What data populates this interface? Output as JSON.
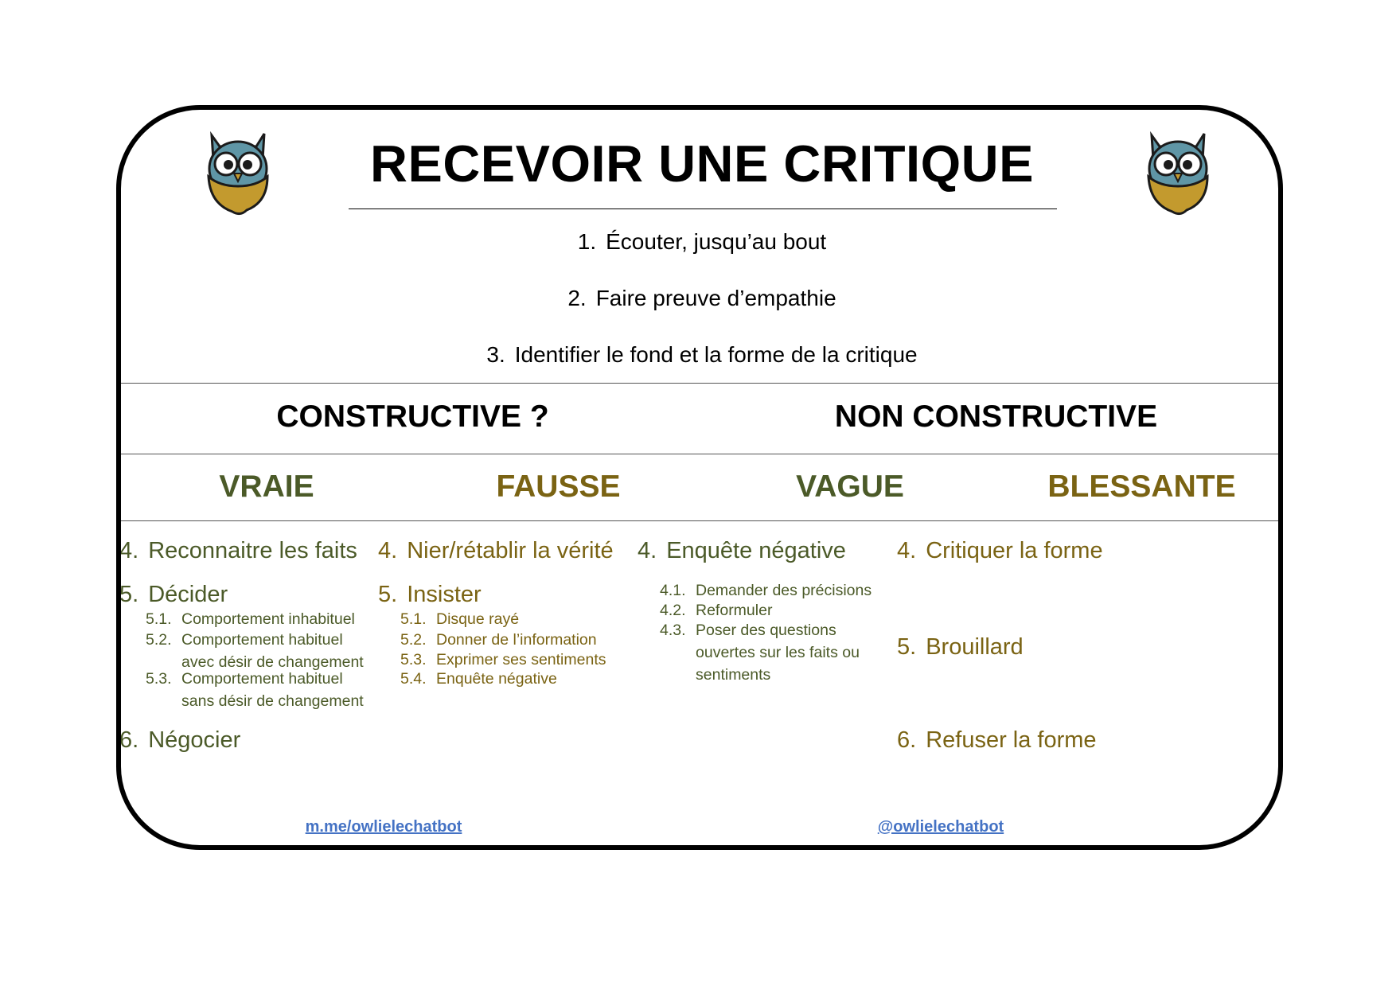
{
  "title": "RECEVOIR UNE CRITIQUE",
  "steps": [
    {
      "num": "1.",
      "text": "Écouter, jusqu’au bout"
    },
    {
      "num": "2.",
      "text": "Faire preuve d’empathie"
    },
    {
      "num": "3.",
      "text": "Identifier le fond et la forme de la critique"
    }
  ],
  "groups": {
    "constructive": "CONSTRUCTIVE ?",
    "non_constructive": "NON CONSTRUCTIVE"
  },
  "columns": {
    "vraie": {
      "header": "VRAIE",
      "item4": {
        "num": "4.",
        "text": "Reconnaitre les faits"
      },
      "item5": {
        "num": "5.",
        "text": "Décider"
      },
      "sub": [
        {
          "num": "5.1.",
          "text": "Comportement inhabituel"
        },
        {
          "num": "5.2.",
          "line1": "Comportement habituel",
          "line2": "avec désir de changement"
        },
        {
          "num": "5.3.",
          "line1": "Comportement habituel",
          "line2": "sans désir de changement"
        }
      ],
      "item6": {
        "num": "6.",
        "text": "Négocier"
      }
    },
    "fausse": {
      "header": "FAUSSE",
      "item4": {
        "num": "4.",
        "text": "Nier/rétablir la vérité"
      },
      "item5": {
        "num": "5.",
        "text": "Insister"
      },
      "sub": [
        {
          "num": "5.1.",
          "text": "Disque rayé"
        },
        {
          "num": "5.2.",
          "text": "Donner de l’information"
        },
        {
          "num": "5.3.",
          "text": "Exprimer ses sentiments"
        },
        {
          "num": "5.4.",
          "text": "Enquête négative"
        }
      ]
    },
    "vague": {
      "header": "VAGUE",
      "item4": {
        "num": "4.",
        "text": "Enquête négative"
      },
      "sub": [
        {
          "num": "4.1.",
          "text": "Demander des précisions"
        },
        {
          "num": "4.2.",
          "text": "Reformuler"
        },
        {
          "num": "4.3.",
          "line1": "Poser des questions",
          "line2": "ouvertes sur les faits ou",
          "line3": "sentiments"
        }
      ]
    },
    "blessante": {
      "header": "BLESSANTE",
      "item4": {
        "num": "4.",
        "text": "Critiquer la forme"
      },
      "item5": {
        "num": "5.",
        "text": "Brouillard"
      },
      "item6": {
        "num": "6.",
        "text": "Refuser la forme"
      }
    }
  },
  "links": {
    "messenger": "m.me/owlielechatbot",
    "twitter": "@owlielechatbot",
    "color": "#4472c4"
  },
  "colors": {
    "green": "#4b5a28",
    "olive": "#7a6313"
  },
  "icons": [
    "owl-mascot-icon",
    "owl-mascot-icon"
  ]
}
